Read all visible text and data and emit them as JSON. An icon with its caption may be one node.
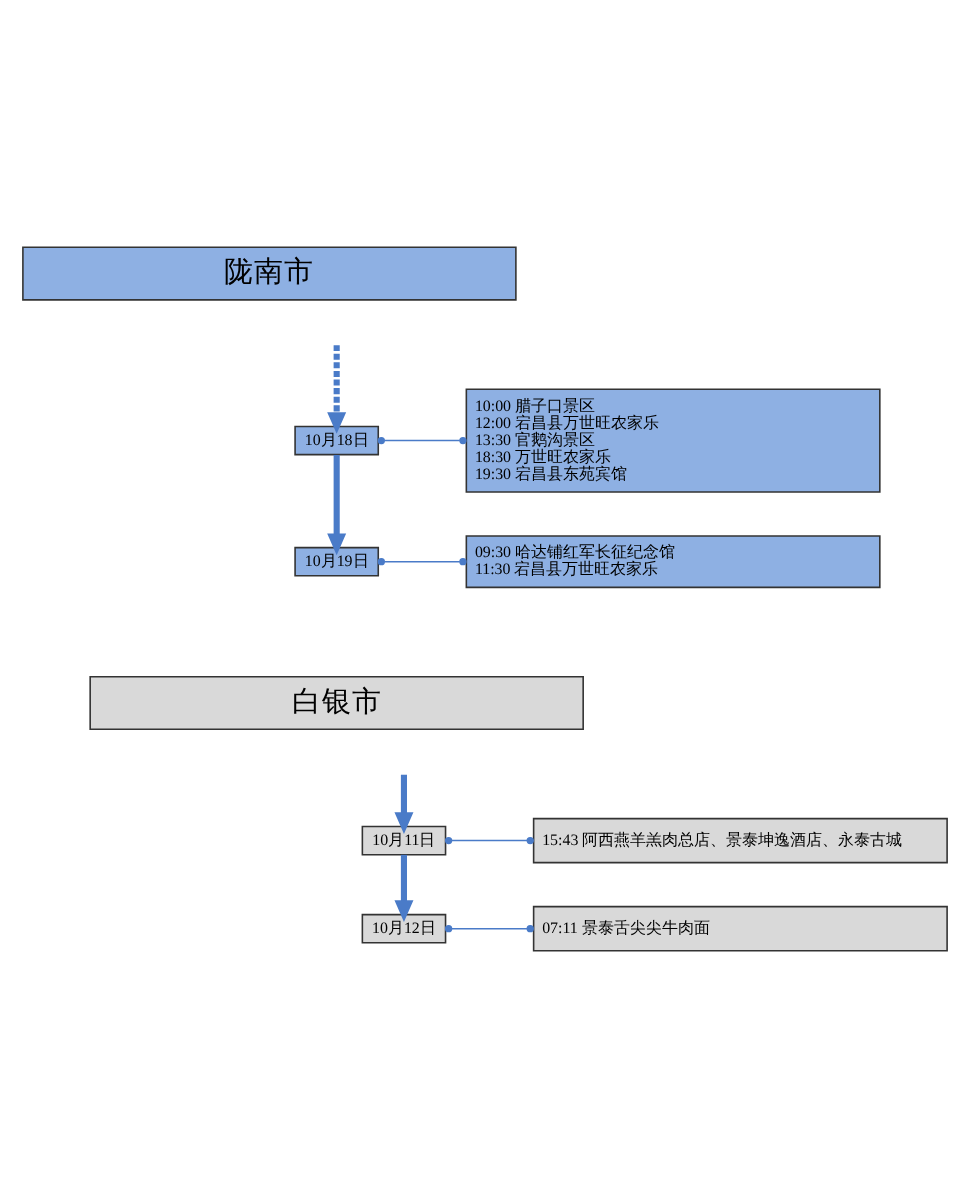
{
  "diagram": {
    "nodes": [
      {
        "text": [
          "陇南市"
        ]
      },
      {
        "text": [
          "10月18日"
        ]
      },
      {
        "text": [
          "10:00 腊子口景区",
          "12:00 宕昌县万世旺农家乐",
          "13:30 官鹅沟景区",
          "18:30 万世旺农家乐",
          "19:30 宕昌县东苑宾馆"
        ]
      },
      {
        "text": [
          "10月19日"
        ]
      },
      {
        "text": [
          "09:30 哈达铺红军长征纪念馆",
          "11:30 宕昌县万世旺农家乐"
        ]
      },
      {
        "text": [
          "白银市"
        ]
      },
      {
        "text": [
          "10月11日"
        ]
      },
      {
        "text": [
          "15:43 阿西燕羊羔肉总店、景泰坤逸酒店、永泰古城"
        ]
      },
      {
        "text": [
          "10月12日"
        ]
      },
      {
        "text": [
          "07:11 景泰舌尖尖牛肉面"
        ]
      }
    ],
    "edges": [
      {
        "from": null,
        "to": 1,
        "arrow": "to",
        "style": "dashed"
      },
      {
        "from": 1,
        "to": 2,
        "arrow": "other"
      },
      {
        "from": 1,
        "to": 3,
        "arrow": "to",
        "style": "thick"
      },
      {
        "from": 3,
        "to": 4,
        "arrow": "other"
      },
      {
        "from": null,
        "to": 6,
        "arrow": "to",
        "style": "thick"
      },
      {
        "from": 6,
        "to": 7,
        "arrow": "other"
      },
      {
        "from": 6,
        "to": 8,
        "arrow": "to",
        "style": "thick"
      },
      {
        "from": 8,
        "to": 9,
        "arrow": "other"
      }
    ]
  }
}
